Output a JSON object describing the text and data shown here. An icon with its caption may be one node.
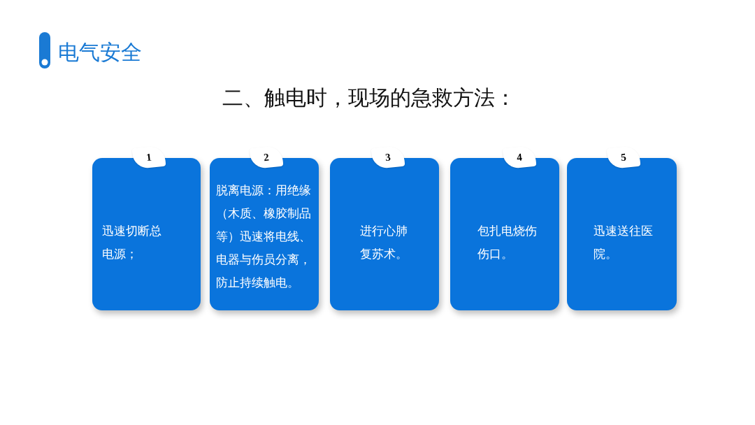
{
  "diagram": {
    "title": "二、触电时，现场的急救方法：",
    "nodes": [
      {
        "text": [
          "迅速切断总电源；"
        ]
      },
      {
        "text": [
          "1"
        ]
      },
      {
        "text": [
          "脱离电源：用绝缘（木质、橡胶制品等）迅速将电线、电器与伤员分离，防止持续触电。"
        ]
      },
      {
        "text": [
          "2"
        ]
      },
      {
        "text": [
          "进行心肺复苏术。"
        ]
      },
      {
        "text": [
          "3"
        ]
      },
      {
        "text": [
          "包扎电烧伤伤口。"
        ]
      },
      {
        "text": [
          "4"
        ]
      },
      {
        "text": [
          "迅速送往医院。"
        ]
      },
      {
        "text": [
          "5"
        ]
      }
    ],
    "labels": [
      "电气安全"
    ]
  }
}
